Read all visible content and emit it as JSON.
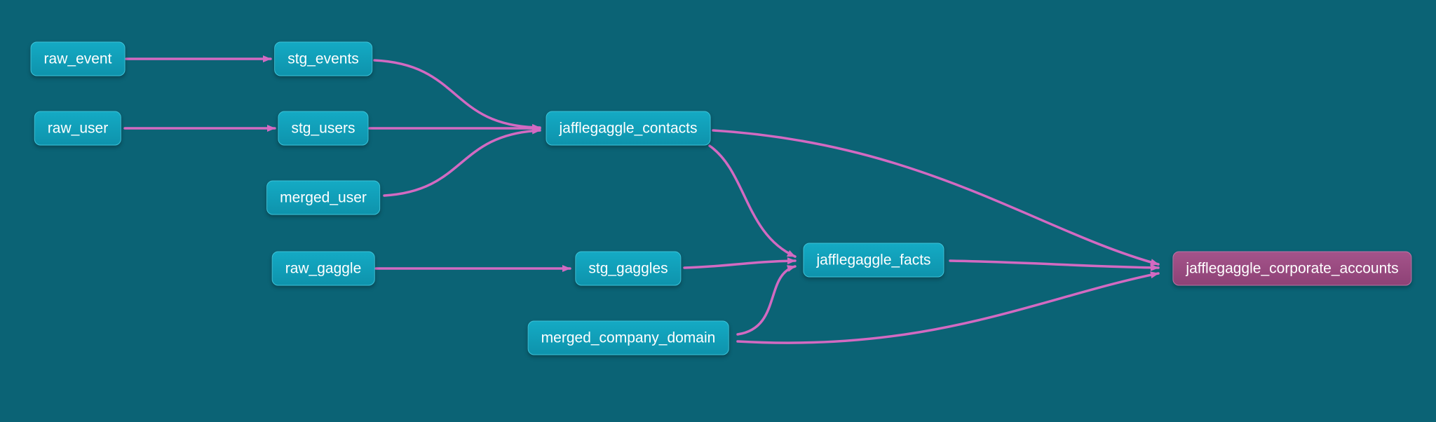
{
  "diagram": {
    "type": "lineage-dag",
    "colors": {
      "background": "#0b6375",
      "node_fill": "#12a0bc",
      "node_border": "#3cc3d9",
      "accent_node_fill": "#9c4d82",
      "accent_node_border": "#bd74a6",
      "edge": "#d36ac2",
      "text": "#ffffff"
    },
    "nodes": [
      {
        "id": "raw_event",
        "label": "raw_event",
        "type": "source"
      },
      {
        "id": "raw_user",
        "label": "raw_user",
        "type": "source"
      },
      {
        "id": "stg_events",
        "label": "stg_events",
        "type": "model"
      },
      {
        "id": "stg_users",
        "label": "stg_users",
        "type": "model"
      },
      {
        "id": "merged_user",
        "label": "merged_user",
        "type": "model"
      },
      {
        "id": "jafflegaggle_contacts",
        "label": "jafflegaggle_contacts",
        "type": "model"
      },
      {
        "id": "raw_gaggle",
        "label": "raw_gaggle",
        "type": "source"
      },
      {
        "id": "stg_gaggles",
        "label": "stg_gaggles",
        "type": "model"
      },
      {
        "id": "jafflegaggle_facts",
        "label": "jafflegaggle_facts",
        "type": "model"
      },
      {
        "id": "merged_company_domain",
        "label": "merged_company_domain",
        "type": "model"
      },
      {
        "id": "jafflegaggle_corporate_accounts",
        "label": "jafflegaggle_corporate_accounts",
        "type": "highlighted-model"
      }
    ],
    "edges": [
      {
        "from": "raw_event",
        "to": "stg_events"
      },
      {
        "from": "raw_user",
        "to": "stg_users"
      },
      {
        "from": "stg_events",
        "to": "jafflegaggle_contacts"
      },
      {
        "from": "stg_users",
        "to": "jafflegaggle_contacts"
      },
      {
        "from": "merged_user",
        "to": "jafflegaggle_contacts"
      },
      {
        "from": "raw_gaggle",
        "to": "stg_gaggles"
      },
      {
        "from": "stg_gaggles",
        "to": "jafflegaggle_facts"
      },
      {
        "from": "jafflegaggle_contacts",
        "to": "jafflegaggle_facts"
      },
      {
        "from": "merged_company_domain",
        "to": "jafflegaggle_facts"
      },
      {
        "from": "jafflegaggle_contacts",
        "to": "jafflegaggle_corporate_accounts"
      },
      {
        "from": "jafflegaggle_facts",
        "to": "jafflegaggle_corporate_accounts"
      },
      {
        "from": "merged_company_domain",
        "to": "jafflegaggle_corporate_accounts"
      }
    ]
  }
}
